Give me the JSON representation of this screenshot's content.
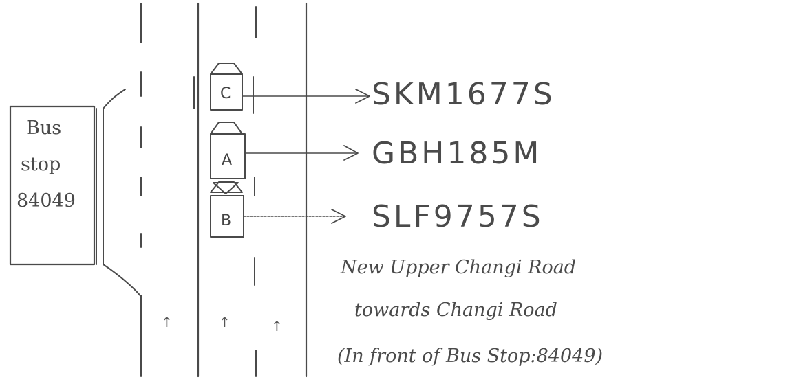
{
  "bus_stop": {
    "lines": [
      "Bus",
      "stop",
      "84049"
    ]
  },
  "vehicles": [
    {
      "label": "C",
      "plate": "SKM1677S"
    },
    {
      "label": "A",
      "plate": "GBH185M"
    },
    {
      "label": "B",
      "plate": "SLF9757S"
    }
  ],
  "location_note": {
    "lines": [
      "New Upper Changi Road",
      "towards Changi Road",
      "(In front of Bus Stop:84049)"
    ]
  },
  "traffic_direction": {
    "symbol": "↑",
    "count": 3
  },
  "colors": {
    "ink": "#4a4a4a",
    "paper": "#ffffff"
  }
}
